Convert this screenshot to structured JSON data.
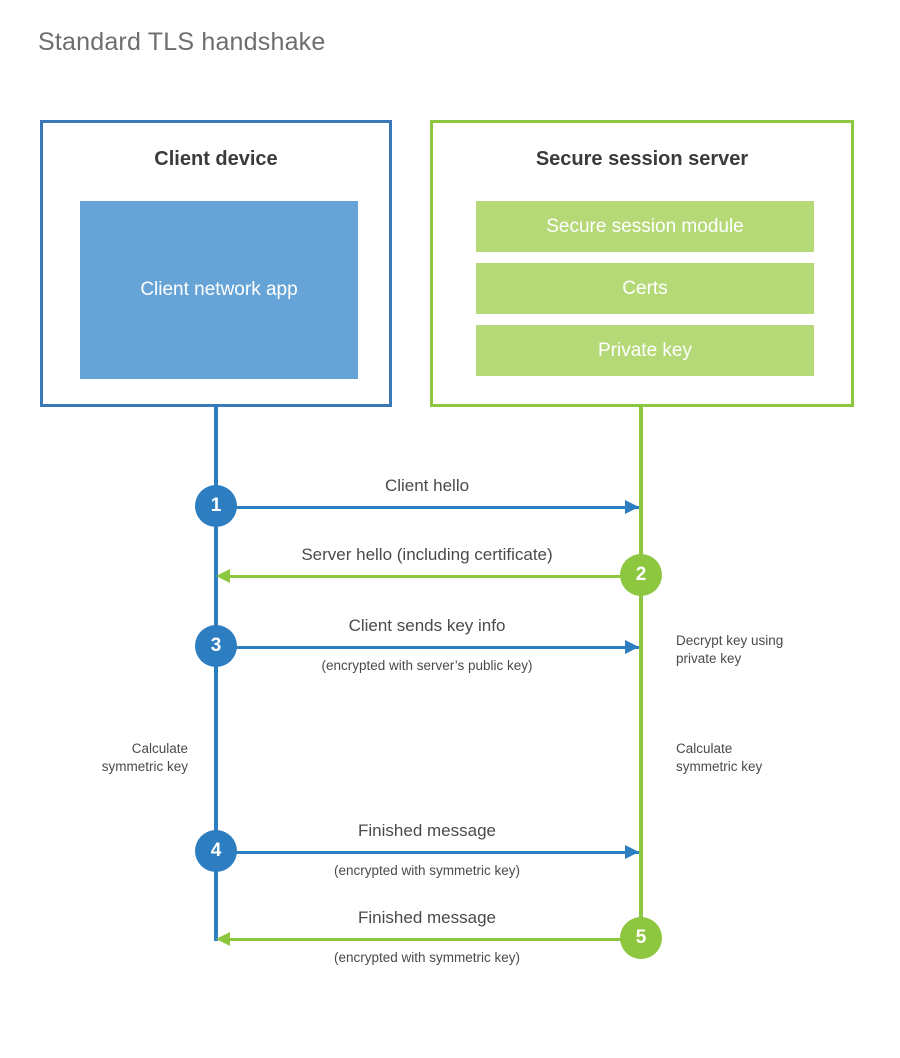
{
  "page": {
    "title": "Standard TLS handshake",
    "background_color": "#ffffff",
    "title_color": "#6d6e71"
  },
  "colors": {
    "client_blue": "#2d7ec0",
    "client_box_border": "#3b78b8",
    "client_app_fill": "#66a3d6",
    "server_green": "#8dc63f",
    "server_bar_fill": "#b5d977",
    "text_dark": "#3b3b3d",
    "text_body": "#4a4a4c"
  },
  "parties": {
    "client": {
      "title": "Client device",
      "app_label": "Client network app"
    },
    "server": {
      "title": "Secure session server",
      "bars": [
        {
          "label": "Secure session module"
        },
        {
          "label": "Certs"
        },
        {
          "label": "Private key"
        }
      ]
    }
  },
  "messages": [
    {
      "step": "1",
      "label": "Client hello",
      "sub": "",
      "direction": "client-to-server",
      "color": "#2d7ec0"
    },
    {
      "step": "2",
      "label": "Server hello (including certificate)",
      "sub": "",
      "direction": "server-to-client",
      "color": "#8dc63f"
    },
    {
      "step": "3",
      "label": "Client sends key info",
      "sub": "(encrypted with server’s public key)",
      "direction": "client-to-server",
      "color": "#2d7ec0"
    },
    {
      "step": "4",
      "label": "Finished message",
      "sub": "(encrypted with symmetric key)",
      "direction": "client-to-server",
      "color": "#2d7ec0"
    },
    {
      "step": "5",
      "label": "Finished message",
      "sub": "(encrypted with symmetric key)",
      "direction": "server-to-client",
      "color": "#8dc63f"
    }
  ],
  "annotations": {
    "server_decrypt": "Decrypt key using\nprivate key",
    "client_calculate": "Calculate\nsymmetric key",
    "server_calculate": "Calculate\nsymmetric key"
  }
}
